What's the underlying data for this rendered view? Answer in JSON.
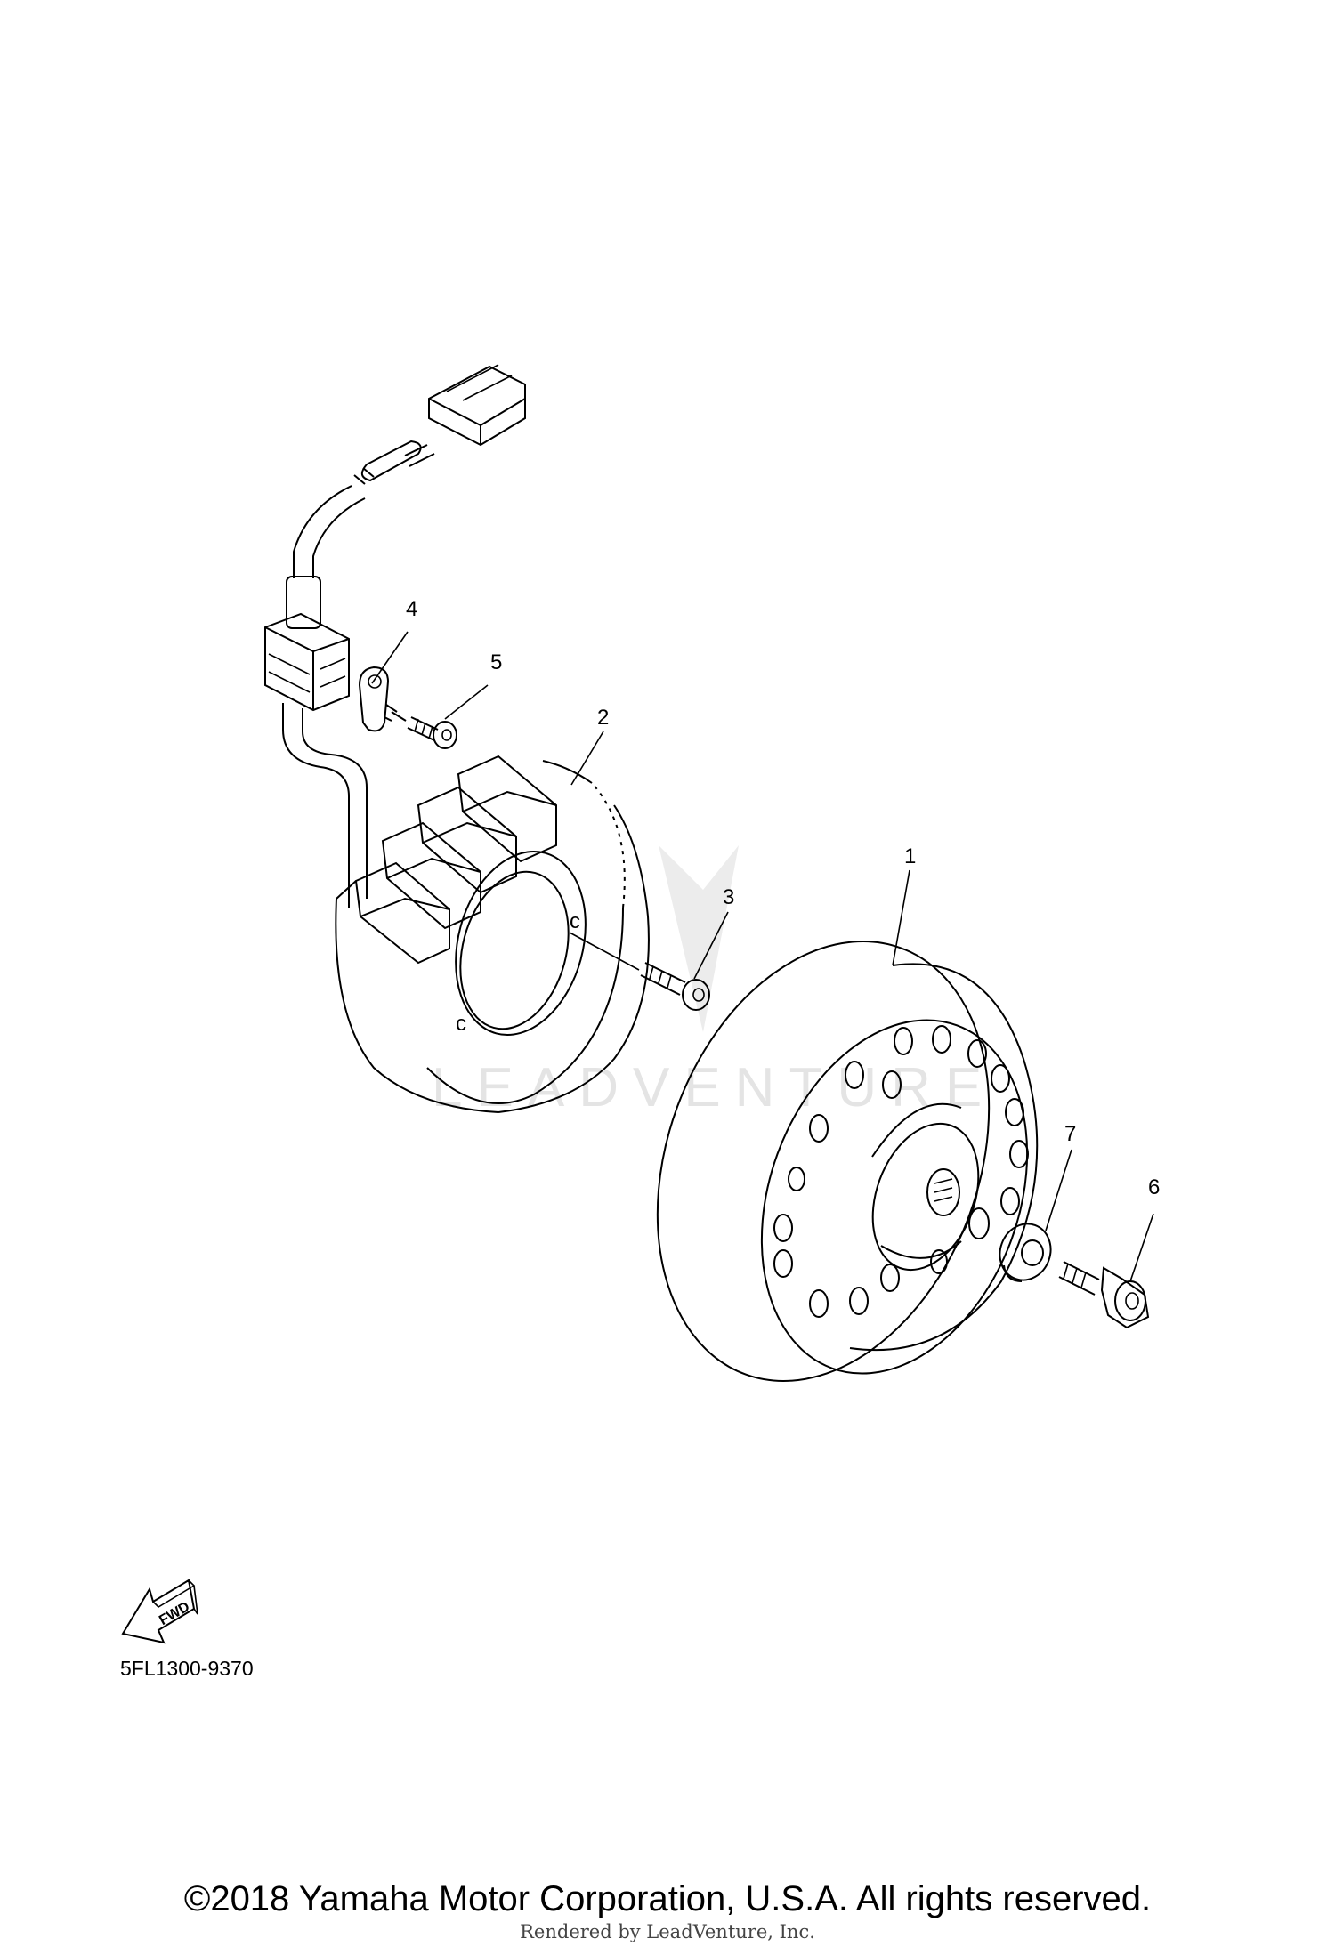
{
  "diagram": {
    "code": "5FL1300-9370",
    "watermark": "LEADVENTURE",
    "fwd_label": "FWD",
    "callouts": [
      {
        "id": "1",
        "part": "rotor"
      },
      {
        "id": "2",
        "part": "stator"
      },
      {
        "id": "3",
        "part": "stator-bolt"
      },
      {
        "id": "4",
        "part": "lead-clamp"
      },
      {
        "id": "5",
        "part": "clamp-screw"
      },
      {
        "id": "6",
        "part": "rotor-bolt"
      },
      {
        "id": "7",
        "part": "washer"
      }
    ]
  },
  "footer": {
    "copyright": "©2018 Yamaha Motor Corporation, U.S.A. All rights reserved.",
    "rendered_by": "Rendered by LeadVenture, Inc."
  }
}
